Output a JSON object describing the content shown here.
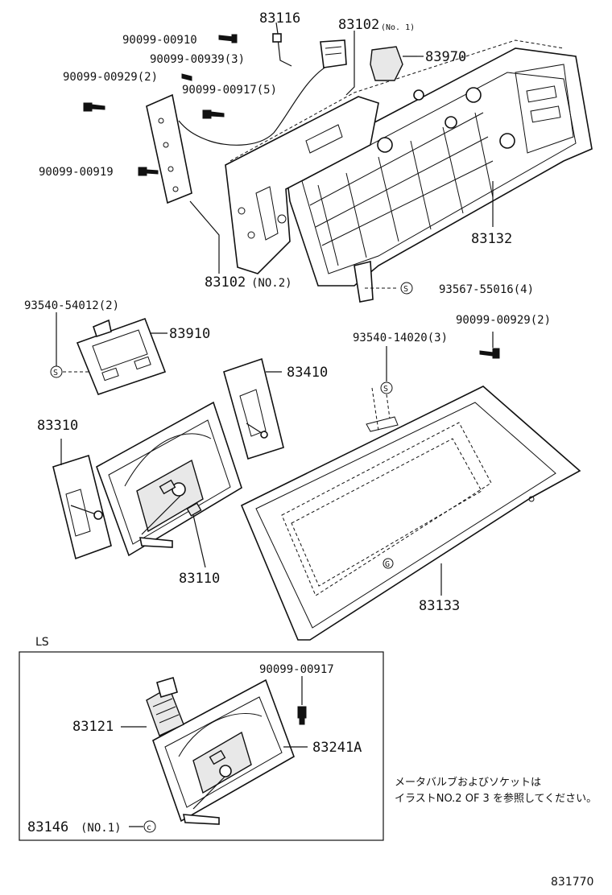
{
  "labels": {
    "p83116": "83116",
    "p83102_no1": "83102",
    "p83102_no1_note": "(No. 1)",
    "p90099_00910": "90099-00910",
    "p90099_00939": "90099-00939(3)",
    "p83970": "83970",
    "p90099_00929_top": "90099-00929(2)",
    "p90099_00917_top": "90099-00917(5)",
    "p90099_00919": "90099-00919",
    "p83132": "83132",
    "p83102_no2": "83102",
    "p83102_no2_note": "(NO.2)",
    "p93567_55016": "93567-55016(4)",
    "p93540_54012": "93540-54012(2)",
    "p83910": "83910",
    "p90099_00929_mid": "90099-00929(2)",
    "p93540_14020": "93540-14020(3)",
    "p83410": "83410",
    "p83310": "83310",
    "p83110": "83110",
    "p83133": "83133",
    "ls_title": "LS",
    "p90099_00917_ls": "90099-00917",
    "p83121": "83121",
    "p83241A": "83241A",
    "p83146": "83146",
    "p83146_note": "(NO.1)",
    "note_line1": "メータバルブおよびソケットは",
    "note_line2": "イラストNO.2 OF 3 を参照してください。",
    "diagram_id": "831770"
  }
}
